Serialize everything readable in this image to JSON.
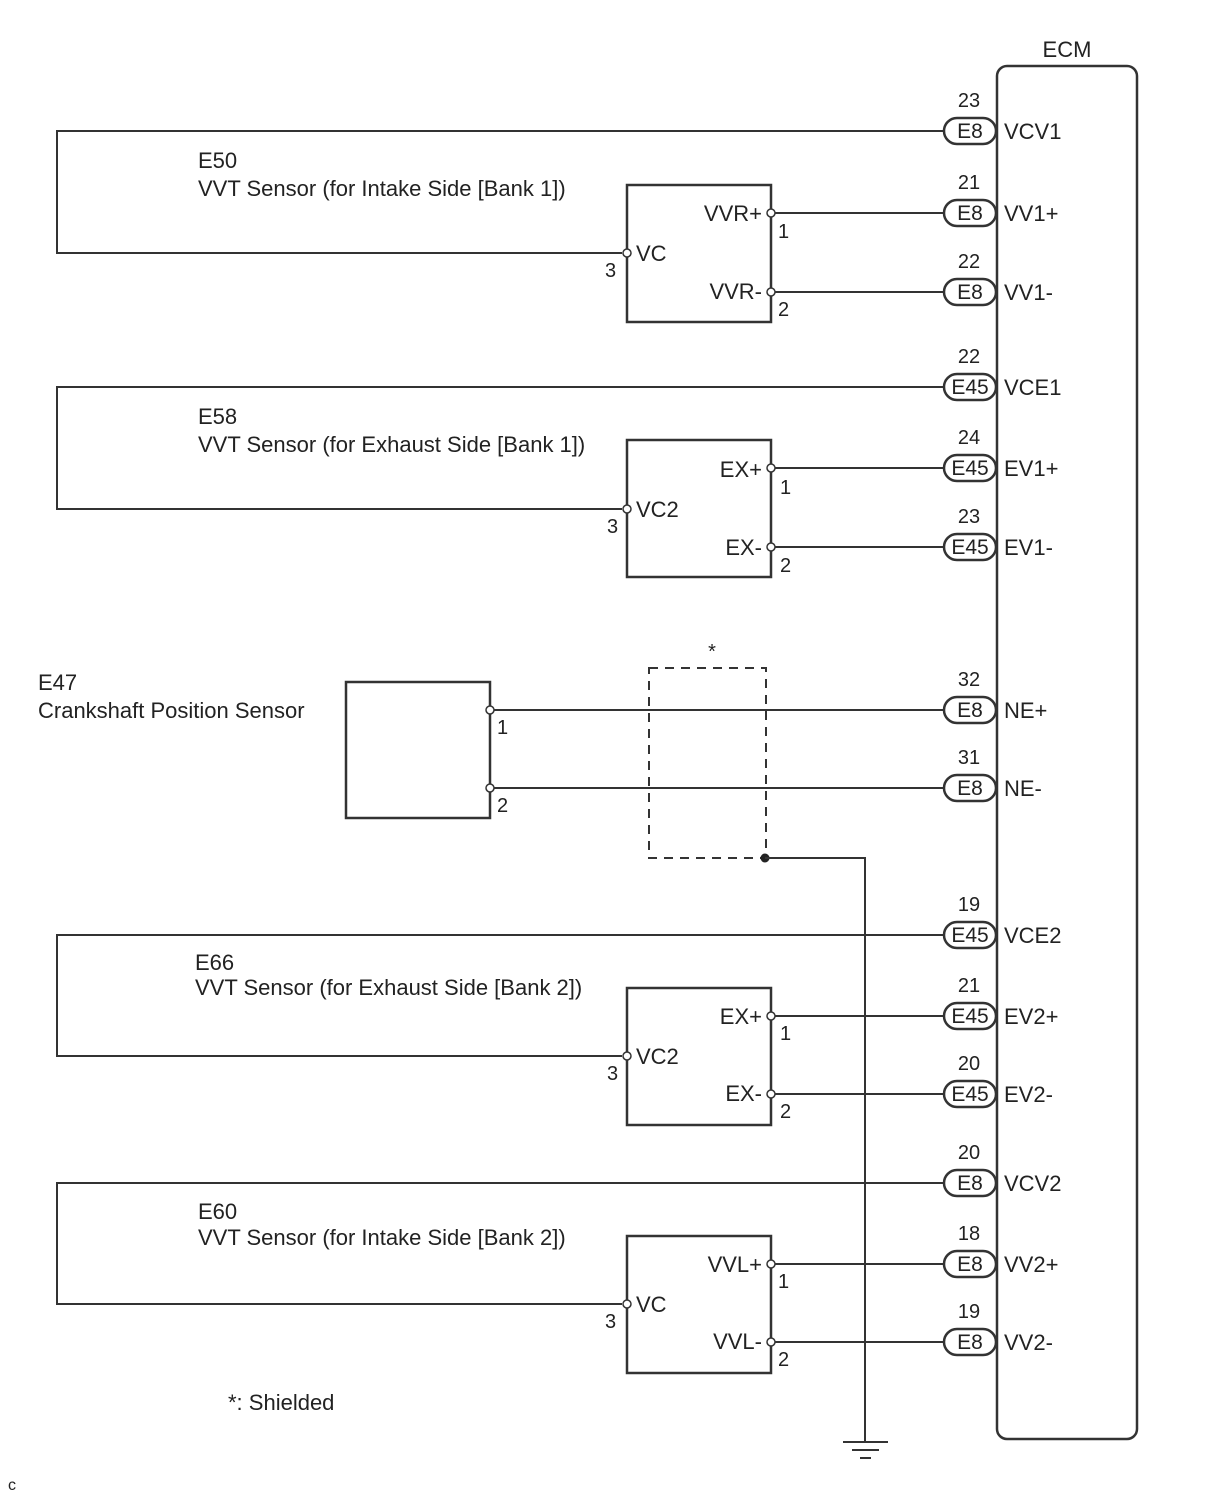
{
  "ecm": {
    "label": "ECM"
  },
  "sensors": [
    {
      "id": "E50",
      "name": "VVT Sensor (for Intake Side [Bank 1])",
      "pins": {
        "top": "VVR+",
        "mid": "VC",
        "bot": "VVR-",
        "top_num": "1",
        "mid_num": "3",
        "bot_num": "2"
      }
    },
    {
      "id": "E58",
      "name": "VVT Sensor (for Exhaust Side [Bank 1])",
      "pins": {
        "top": "EX+",
        "mid": "VC2",
        "bot": "EX-",
        "top_num": "1",
        "mid_num": "3",
        "bot_num": "2"
      }
    },
    {
      "id": "E47",
      "name": "Crankshaft Position Sensor",
      "pins": {
        "top_num": "1",
        "bot_num": "2"
      }
    },
    {
      "id": "E66",
      "name": "VVT Sensor (for Exhaust Side [Bank 2])",
      "pins": {
        "top": "EX+",
        "mid": "VC2",
        "bot": "EX-",
        "top_num": "1",
        "mid_num": "3",
        "bot_num": "2"
      }
    },
    {
      "id": "E60",
      "name": "VVT Sensor (for Intake Side [Bank 2])",
      "pins": {
        "top": "VVL+",
        "mid": "VC",
        "bot": "VVL-",
        "top_num": "1",
        "mid_num": "3",
        "bot_num": "2"
      }
    }
  ],
  "ecm_terminals": [
    {
      "pin": "23",
      "connector": "E8",
      "signal": "VCV1"
    },
    {
      "pin": "21",
      "connector": "E8",
      "signal": "VV1+"
    },
    {
      "pin": "22",
      "connector": "E8",
      "signal": "VV1-"
    },
    {
      "pin": "22",
      "connector": "E45",
      "signal": "VCE1"
    },
    {
      "pin": "24",
      "connector": "E45",
      "signal": "EV1+"
    },
    {
      "pin": "23",
      "connector": "E45",
      "signal": "EV1-"
    },
    {
      "pin": "32",
      "connector": "E8",
      "signal": "NE+"
    },
    {
      "pin": "31",
      "connector": "E8",
      "signal": "NE-"
    },
    {
      "pin": "19",
      "connector": "E45",
      "signal": "VCE2"
    },
    {
      "pin": "21",
      "connector": "E45",
      "signal": "EV2+"
    },
    {
      "pin": "20",
      "connector": "E45",
      "signal": "EV2-"
    },
    {
      "pin": "20",
      "connector": "E8",
      "signal": "VCV2"
    },
    {
      "pin": "18",
      "connector": "E8",
      "signal": "VV2+"
    },
    {
      "pin": "19",
      "connector": "E8",
      "signal": "VV2-"
    }
  ],
  "shield": {
    "mark": "*",
    "note": "*: Shielded"
  },
  "footer": {
    "code": "c"
  }
}
